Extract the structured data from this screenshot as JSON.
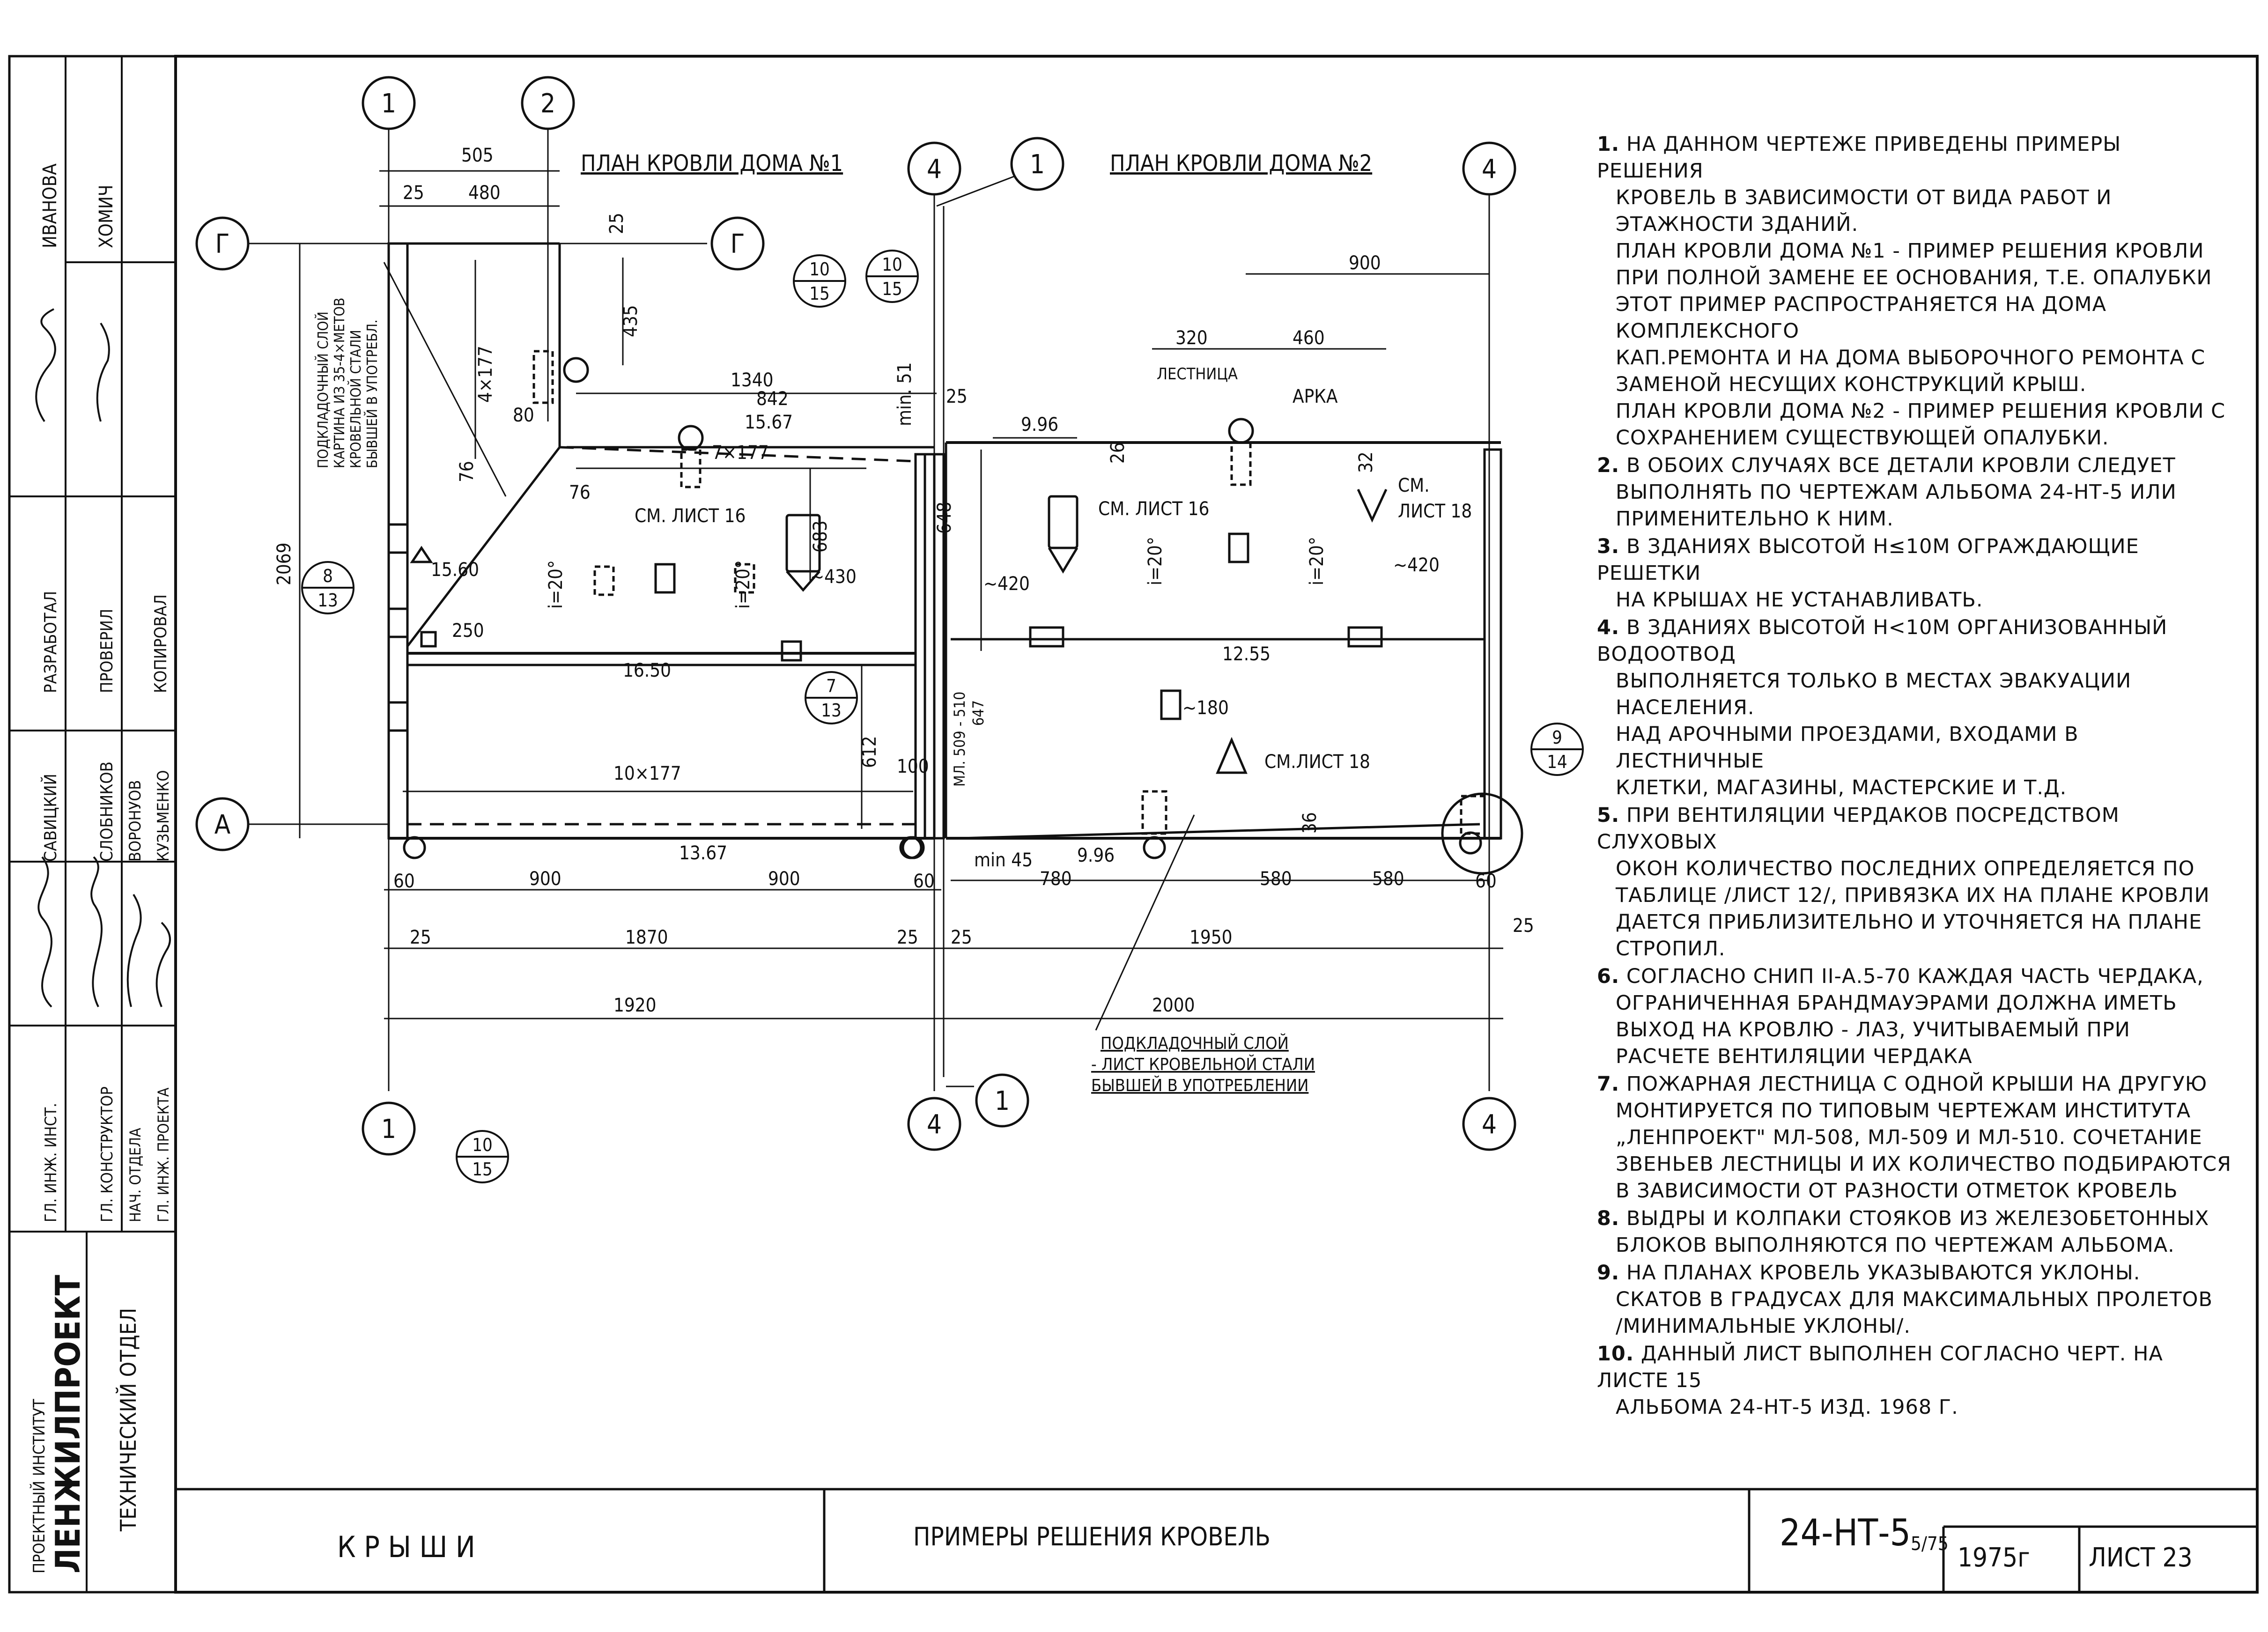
{
  "plan1": {
    "title": "ПЛАН КРОВЛИ ДОМА №1",
    "dims": {
      "d505": "505",
      "d25a": "25",
      "d480": "480",
      "d25b": "25",
      "d435": "435",
      "d4x177": "4×177",
      "d1340": "1340",
      "d842": "842",
      "min51": "min. 51",
      "d25c": "25",
      "d80": "80",
      "d76a": "76",
      "d76b": "76",
      "d7x177": "7×177",
      "d683": "683",
      "d430": "~430",
      "d1560": "15.60",
      "d1567": "15.67",
      "d250": "250",
      "d1650": "16.50",
      "d2069": "2069",
      "d612": "612",
      "d100": "100",
      "d10x177": "10×177",
      "d1367": "13.67",
      "d60a": "60",
      "d900a": "900",
      "d900b": "900",
      "d60b": "60",
      "d25d": "25",
      "d1870": "1870",
      "d25e": "25",
      "d1920": "1920"
    },
    "slope1": "i=20°",
    "slope2": "i=20°",
    "see_sheet": "СМ. ЛИСТ 16",
    "vertical_note": [
      "ПОДКЛАДОЧНЫЙ СЛОЙ",
      "КАРТИНА ИЗ 35-4×МЕТОВ",
      "КРОВЕЛЬНОЙ СТАЛИ",
      "БЫВШЕЙ В УПОТРЕБЛ."
    ]
  },
  "plan2": {
    "title": "ПЛАН КРОВЛИ ДОМА №2",
    "dims": {
      "d900": "900",
      "d320": "320",
      "d460": "460",
      "d996a": "9.96",
      "d25": "25",
      "d26": "26",
      "d32": "32",
      "d648": "648",
      "d420a": "~420",
      "d420b": "~420",
      "d1255": "12.55",
      "d180": "~180",
      "d36": "36",
      "min45": "min 45",
      "d780": "780",
      "d996b": "9.96",
      "d580a": "580",
      "d580b": "580",
      "d60": "60",
      "d25f": "25",
      "d1950": "1950",
      "d25g": "25",
      "d2000": "2000",
      "vent": "МЛ. 509 - 510",
      "d647": "647"
    },
    "stair_label": "ЛЕСТНИЦА",
    "arch_label": "АРКА",
    "slope1": "i=20°",
    "slope2": "i=20°",
    "see_sheet16": "СМ. ЛИСТ 16",
    "see_sheet18a": "СМ.",
    "see_sheet18b": "ЛИСТ 18",
    "see_sheet18c": "СМ.ЛИСТ 18"
  },
  "axes": {
    "a1": "1",
    "a2": "2",
    "a4": "4",
    "a1b": "1",
    "a4b": "4",
    "a1c": "1",
    "a4c": "4",
    "a1d": "1",
    "a4d": "4",
    "gL": "Г",
    "gR": "Г",
    "aA": "А"
  },
  "refs": {
    "r1": [
      "10",
      "15"
    ],
    "r2": [
      "10",
      "15"
    ],
    "r3": [
      "8",
      "13"
    ],
    "r4": [
      "7",
      "13"
    ],
    "r5": [
      "9",
      "14"
    ],
    "r6": [
      "10",
      "15"
    ]
  },
  "bottom_note": [
    "ПОДКЛАДОЧНЫЙ СЛОЙ",
    "- ЛИСТ КРОВЕЛЬНОЙ СТАЛИ",
    "БЫВШЕЙ В УПОТРЕБЛЕНИИ"
  ],
  "notes": [
    {
      "num": "1.",
      "lines": [
        "НА ДАННОМ ЧЕРТЕЖЕ ПРИВЕДЕНЫ ПРИМЕРЫ РЕШЕНИЯ",
        "КРОВЕЛЬ В ЗАВИСИМОСТИ ОТ ВИДА РАБОТ И",
        "ЭТАЖНОСТИ ЗДАНИЙ.",
        "ПЛАН КРОВЛИ ДОМА №1 - ПРИМЕР РЕШЕНИЯ КРОВЛИ",
        "ПРИ ПОЛНОЙ ЗАМЕНЕ ЕЕ ОСНОВАНИЯ, Т.Е. ОПАЛУБКИ",
        "ЭТОТ ПРИМЕР РАСПРОСТРАНЯЕТСЯ НА ДОМА КОМПЛЕКСНОГО",
        "КАП.РЕМОНТА И НА ДОМА ВЫБОРОЧНОГО РЕМОНТА С",
        "ЗАМЕНОЙ НЕСУЩИХ КОНСТРУКЦИЙ КРЫШ.",
        "ПЛАН КРОВЛИ ДОМА №2 - ПРИМЕР РЕШЕНИЯ КРОВЛИ С",
        "СОХРАНЕНИЕМ СУЩЕСТВУЮЩЕЙ ОПАЛУБКИ."
      ]
    },
    {
      "num": "2.",
      "lines": [
        "В ОБОИХ СЛУЧАЯХ ВСЕ ДЕТАЛИ КРОВЛИ СЛЕДУЕТ",
        "ВЫПОЛНЯТЬ ПО ЧЕРТЕЖАМ АЛЬБОМА 24-НТ-5 ИЛИ",
        "ПРИМЕНИТЕЛЬНО К НИМ."
      ]
    },
    {
      "num": "3.",
      "lines": [
        "В ЗДАНИЯХ ВЫСОТОЙ Н≤10М ОГРАЖДАЮЩИЕ РЕШЕТКИ",
        "НА КРЫШАХ НЕ УСТАНАВЛИВАТЬ."
      ]
    },
    {
      "num": "4.",
      "lines": [
        "В ЗДАНИЯХ ВЫСОТОЙ Н<10М ОРГАНИЗОВАННЫЙ ВОДООТВОД",
        "ВЫПОЛНЯЕТСЯ ТОЛЬКО В МЕСТАХ ЭВАКУАЦИИ НАСЕЛЕНИЯ.",
        "НАД АРОЧНЫМИ ПРОЕЗДАМИ, ВХОДАМИ В ЛЕСТНИЧНЫЕ",
        "КЛЕТКИ, МАГАЗИНЫ, МАСТЕРСКИЕ И Т.Д."
      ]
    },
    {
      "num": "5.",
      "lines": [
        "ПРИ ВЕНТИЛЯЦИИ ЧЕРДАКОВ ПОСРЕДСТВОМ СЛУХОВЫХ",
        "ОКОН КОЛИЧЕСТВО ПОСЛЕДНИХ ОПРЕДЕЛЯЕТСЯ ПО",
        "ТАБЛИЦЕ /ЛИСТ 12/, ПРИВЯЗКА ИХ НА ПЛАНЕ КРОВЛИ",
        "ДАЕТСЯ ПРИБЛИЗИТЕЛЬНО И УТОЧНЯЕТСЯ НА ПЛАНЕ",
        "СТРОПИЛ."
      ]
    },
    {
      "num": "6.",
      "lines": [
        "СОГЛАСНО СНиП II-А.5-70 КАЖДАЯ ЧАСТЬ ЧЕРДАКА,",
        "ОГРАНИЧЕННАЯ БРАНДМАУЭРАМИ ДОЛЖНА ИМЕТЬ",
        "ВЫХОД НА КРОВЛЮ - ЛАЗ, УЧИТЫВАЕМЫЙ ПРИ",
        "РАСЧЕТЕ ВЕНТИЛЯЦИИ ЧЕРДАКА"
      ]
    },
    {
      "num": "7.",
      "lines": [
        "ПОЖАРНАЯ ЛЕСТНИЦА С ОДНОЙ КРЫШИ НА ДРУГУЮ",
        "МОНТИРУЕТСЯ ПО ТИПОВЫМ ЧЕРТЕЖАМ ИНСТИТУТА",
        "„ЛЕНПРОЕКТ\" МЛ-508, МЛ-509 И МЛ-510. СОЧЕТАНИЕ",
        "ЗВЕНЬЕВ ЛЕСТНИЦЫ И ИХ КОЛИЧЕСТВО ПОДБИРАЮТСЯ",
        "В ЗАВИСИМОСТИ ОТ РАЗНОСТИ ОТМЕТОК КРОВЕЛЬ"
      ]
    },
    {
      "num": "8.",
      "lines": [
        "ВЫДРЫ И КОЛПАКИ СТОЯКОВ ИЗ ЖЕЛЕЗОБЕТОННЫХ",
        "БЛОКОВ ВЫПОЛНЯЮТСЯ ПО ЧЕРТЕЖАМ АЛЬБОМА."
      ]
    },
    {
      "num": "9.",
      "lines": [
        "НА ПЛАНАХ КРОВЕЛЬ УКАЗЫВАЮТСЯ УКЛОНЫ.",
        "СКАТОВ В ГРАДУСАХ ДЛЯ МАКСИМАЛЬНЫХ ПРОЛЕТОВ",
        "/МИНИМАЛЬНЫЕ УКЛОНЫ/."
      ]
    },
    {
      "num": "10.",
      "lines": [
        "ДАННЫЙ ЛИСТ ВЫПОЛНЕН СОГЛАСНО ЧЕРТ. НА ЛИСТЕ 15",
        "АЛЬБОМА 24-НТ-5 ИЗД. 1968 Г."
      ]
    }
  ],
  "stamp": {
    "top_names": [
      "ИВАНОВА",
      "ХОМИЧ"
    ],
    "roles": [
      "РАЗРАБОТАЛ",
      "ПРОВЕРИЛ",
      "КОПИРОВАЛ"
    ],
    "names": [
      "САВИЦКИЙ",
      "СЛОБНИКОВ",
      "ВОРОНУОВ",
      "КУЗЬМЕНКО"
    ],
    "positions": [
      "ГЛ. ИНЖ. ИНСТ.",
      "ГЛ. КОНСТРУКТОР",
      "НАЧ. ОТДЕЛА",
      "ГЛ. ИНЖ. ПРОЕКТА"
    ],
    "institute_small": "ПРОЕКТНЫЙ ИНСТИТУТ",
    "institute": "ЛЕНЖИЛПРОЕКТ",
    "department": "ТЕХНИЧЕСКИЙ ОТДЕЛ"
  },
  "title_block": {
    "title": "К Р Ы Ш И",
    "subtitle": "ПРИМЕРЫ РЕШЕНИЯ КРОВЕЛЬ",
    "code": "24-НТ-5",
    "code_frac": "5/75",
    "year": "1975г",
    "sheet": "ЛИСТ 23"
  }
}
